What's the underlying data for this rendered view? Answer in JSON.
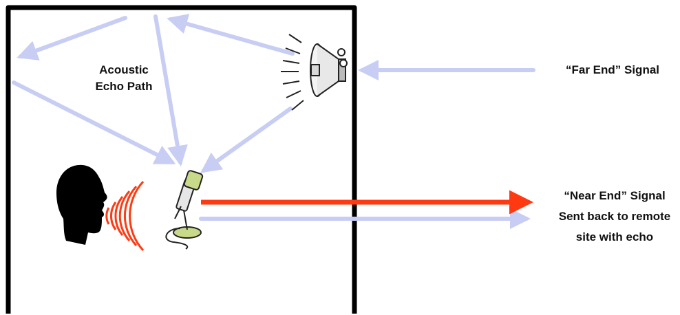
{
  "labels": {
    "echo_path_line1": "Acoustic",
    "echo_path_line2": "Echo Path",
    "far_end": "“Far End” Signal",
    "near_end_line1": "“Near End” Signal",
    "near_end_line2": "Sent back to remote",
    "near_end_line3": "site with echo"
  },
  "colors": {
    "echo_arrow": "#c8cdf4",
    "near_end_arrow": "#ff3a12",
    "room_wall": "#000000",
    "speech_waves": "#ff3a12",
    "mic_accent": "#c9d98a"
  },
  "icons": [
    "loudspeaker-icon",
    "microphone-icon",
    "speaking-head-icon"
  ]
}
